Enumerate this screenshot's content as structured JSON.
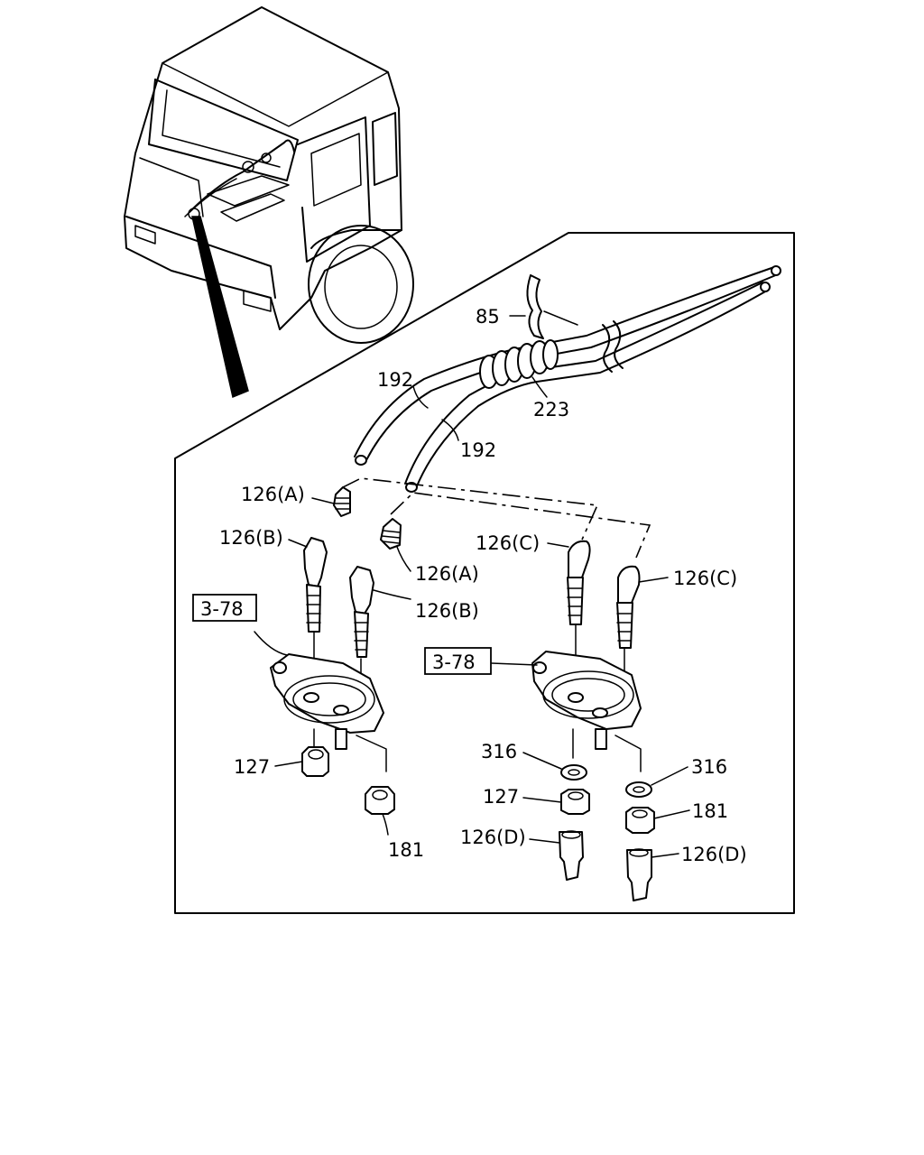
{
  "labels": {
    "p85": "85",
    "p192_upper": "192",
    "p192_lower": "192",
    "p223": "223",
    "p126a_left": "126(A)",
    "p126a_right": "126(A)",
    "p126b_left": "126(B)",
    "p126b_right": "126(B)",
    "p126c_left": "126(C)",
    "p126c_right": "126(C)",
    "ref_left": "3-78",
    "ref_right": "3-78",
    "p127_left": "127",
    "p127_right": "127",
    "p181_left": "181",
    "p181_right": "181",
    "p316_left": "316",
    "p316_right": "316",
    "p126d_left": "126(D)",
    "p126d_right": "126(D)"
  }
}
